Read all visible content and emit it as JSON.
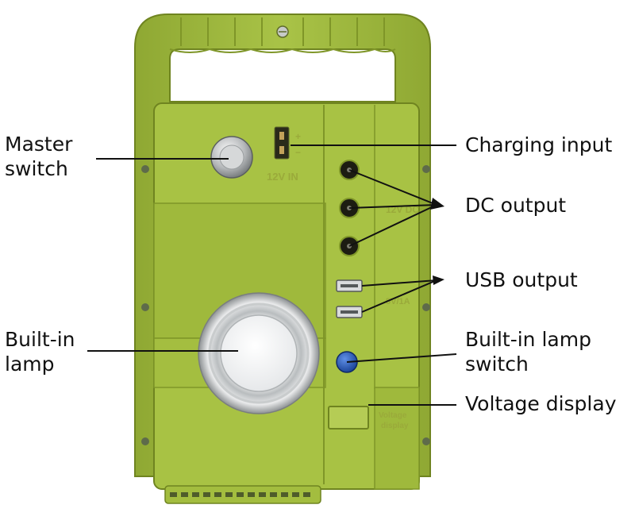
{
  "labels": {
    "master_switch": "Master\nswitch",
    "charging_input": "Charging input",
    "dc_output": "DC output",
    "usb_output": "USB output",
    "builtin_lamp": "Built-in\nlamp",
    "builtin_lamp_switch": "Built-in lamp\nswitch",
    "voltage_display": "Voltage display"
  },
  "device_text": {
    "input_marking": "12V IN",
    "plus_sign": "+",
    "minus_sign": "−",
    "dc_marking": "12V DC",
    "usb_marking": "5V/1A",
    "display_marking_1": "Voltage",
    "display_marking_2": "display"
  },
  "colors": {
    "body_green": "#a8c244",
    "body_shade": "#94ad36",
    "outline": "#6f8420",
    "leader_line": "#111111",
    "lamp_button": "#1f4fb0"
  }
}
